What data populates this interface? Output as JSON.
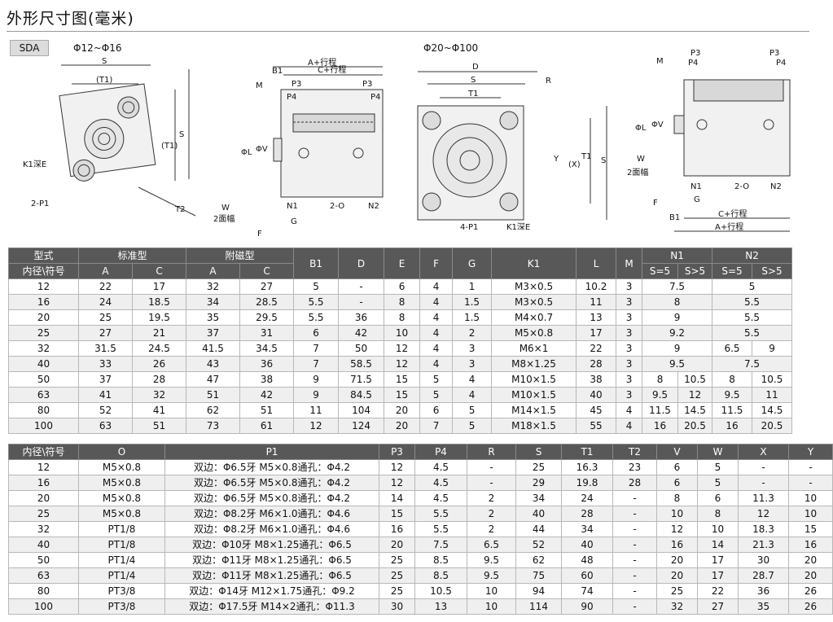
{
  "page": {
    "title": "外形尺寸图(毫米)",
    "model": "SDA"
  },
  "drawings": {
    "range_small": "Φ12~Φ16",
    "range_large": "Φ20~Φ100",
    "labels": {
      "S": "S",
      "T1": "(T1)",
      "T1_plain": "T1",
      "T2": "T2",
      "K1": "K1深E",
      "P1_2": "2-P1",
      "P1_4": "4-P1",
      "A_stroke": "A+行程",
      "C_stroke": "C+行程",
      "B1": "B1",
      "M": "M",
      "P3": "P3",
      "P4": "P4",
      "phiL": "ΦL",
      "phiV": "ΦV",
      "W": "W",
      "W_sub": "2面幅",
      "N1": "N1",
      "N2": "N2",
      "O": "2-O",
      "G": "G",
      "F": "F",
      "D": "D",
      "R": "R",
      "Y": "Y",
      "X": "(X)"
    }
  },
  "table1": {
    "header1": [
      "型式",
      "标准型",
      "附磁型",
      "B1",
      "D",
      "E",
      "F",
      "G",
      "K1",
      "L",
      "M",
      "N1",
      "N2"
    ],
    "header2": [
      "内径\\符号",
      "A",
      "C",
      "A",
      "C",
      "S=5",
      "S>5",
      "S=5",
      "S>5"
    ],
    "rows": [
      [
        "12",
        "22",
        "17",
        "32",
        "27",
        "5",
        "-",
        "6",
        "4",
        "1",
        "M3×0.5",
        "10.2",
        "3",
        "7.5",
        "5"
      ],
      [
        "16",
        "24",
        "18.5",
        "34",
        "28.5",
        "5.5",
        "-",
        "8",
        "4",
        "1.5",
        "M3×0.5",
        "11",
        "3",
        "8",
        "5.5"
      ],
      [
        "20",
        "25",
        "19.5",
        "35",
        "29.5",
        "5.5",
        "36",
        "8",
        "4",
        "1.5",
        "M4×0.7",
        "13",
        "3",
        "9",
        "5.5"
      ],
      [
        "25",
        "27",
        "21",
        "37",
        "31",
        "6",
        "42",
        "10",
        "4",
        "2",
        "M5×0.8",
        "17",
        "3",
        "9.2",
        "5.5"
      ],
      [
        "32",
        "31.5",
        "24.5",
        "41.5",
        "34.5",
        "7",
        "50",
        "12",
        "4",
        "3",
        "M6×1",
        "22",
        "3",
        "9",
        "6.5",
        "9"
      ],
      [
        "40",
        "33",
        "26",
        "43",
        "36",
        "7",
        "58.5",
        "12",
        "4",
        "3",
        "M8×1.25",
        "28",
        "3",
        "9.5",
        "7.5"
      ],
      [
        "50",
        "37",
        "28",
        "47",
        "38",
        "9",
        "71.5",
        "15",
        "5",
        "4",
        "M10×1.5",
        "38",
        "3",
        "8",
        "10.5",
        "8",
        "10.5"
      ],
      [
        "63",
        "41",
        "32",
        "51",
        "42",
        "9",
        "84.5",
        "15",
        "5",
        "4",
        "M10×1.5",
        "40",
        "3",
        "9.5",
        "12",
        "9.5",
        "11"
      ],
      [
        "80",
        "52",
        "41",
        "62",
        "51",
        "11",
        "104",
        "20",
        "6",
        "5",
        "M14×1.5",
        "45",
        "4",
        "11.5",
        "14.5",
        "11.5",
        "14.5"
      ],
      [
        "100",
        "63",
        "51",
        "73",
        "61",
        "12",
        "124",
        "20",
        "7",
        "5",
        "M18×1.5",
        "55",
        "4",
        "16",
        "20.5",
        "16",
        "20.5"
      ]
    ]
  },
  "table2": {
    "header": [
      "内径\\符号",
      "O",
      "P1",
      "P3",
      "P4",
      "R",
      "S",
      "T1",
      "T2",
      "V",
      "W",
      "X",
      "Y"
    ],
    "rows": [
      [
        "12",
        "M5×0.8",
        "双边：Φ6.5牙 M5×0.8通孔：Φ4.2",
        "12",
        "4.5",
        "-",
        "25",
        "16.3",
        "23",
        "6",
        "5",
        "-",
        "-"
      ],
      [
        "16",
        "M5×0.8",
        "双边：Φ6.5牙 M5×0.8通孔：Φ4.2",
        "12",
        "4.5",
        "-",
        "29",
        "19.8",
        "28",
        "6",
        "5",
        "-",
        "-"
      ],
      [
        "20",
        "M5×0.8",
        "双边：Φ6.5牙 M5×0.8通孔：Φ4.2",
        "14",
        "4.5",
        "2",
        "34",
        "24",
        "-",
        "8",
        "6",
        "11.3",
        "10"
      ],
      [
        "25",
        "M5×0.8",
        "双边：Φ8.2牙 M6×1.0通孔：Φ4.6",
        "15",
        "5.5",
        "2",
        "40",
        "28",
        "-",
        "10",
        "8",
        "12",
        "10"
      ],
      [
        "32",
        "PT1/8",
        "双边：Φ8.2牙 M6×1.0通孔：Φ4.6",
        "16",
        "5.5",
        "2",
        "44",
        "34",
        "-",
        "12",
        "10",
        "18.3",
        "15"
      ],
      [
        "40",
        "PT1/8",
        "双边：Φ10牙 M8×1.25通孔：Φ6.5",
        "20",
        "7.5",
        "6.5",
        "52",
        "40",
        "-",
        "16",
        "14",
        "21.3",
        "16"
      ],
      [
        "50",
        "PT1/4",
        "双边：Φ11牙 M8×1.25通孔：Φ6.5",
        "25",
        "8.5",
        "9.5",
        "62",
        "48",
        "-",
        "20",
        "17",
        "30",
        "20"
      ],
      [
        "63",
        "PT1/4",
        "双边：Φ11牙 M8×1.25通孔：Φ6.5",
        "25",
        "8.5",
        "9.5",
        "75",
        "60",
        "-",
        "20",
        "17",
        "28.7",
        "20"
      ],
      [
        "80",
        "PT3/8",
        "双边：Φ14牙 M12×1.75通孔：Φ9.2",
        "25",
        "10.5",
        "10",
        "94",
        "74",
        "-",
        "25",
        "22",
        "36",
        "26"
      ],
      [
        "100",
        "PT3/8",
        "双边：Φ17.5牙 M14×2通孔：Φ11.3",
        "30",
        "13",
        "10",
        "114",
        "90",
        "-",
        "32",
        "27",
        "35",
        "26"
      ]
    ]
  }
}
